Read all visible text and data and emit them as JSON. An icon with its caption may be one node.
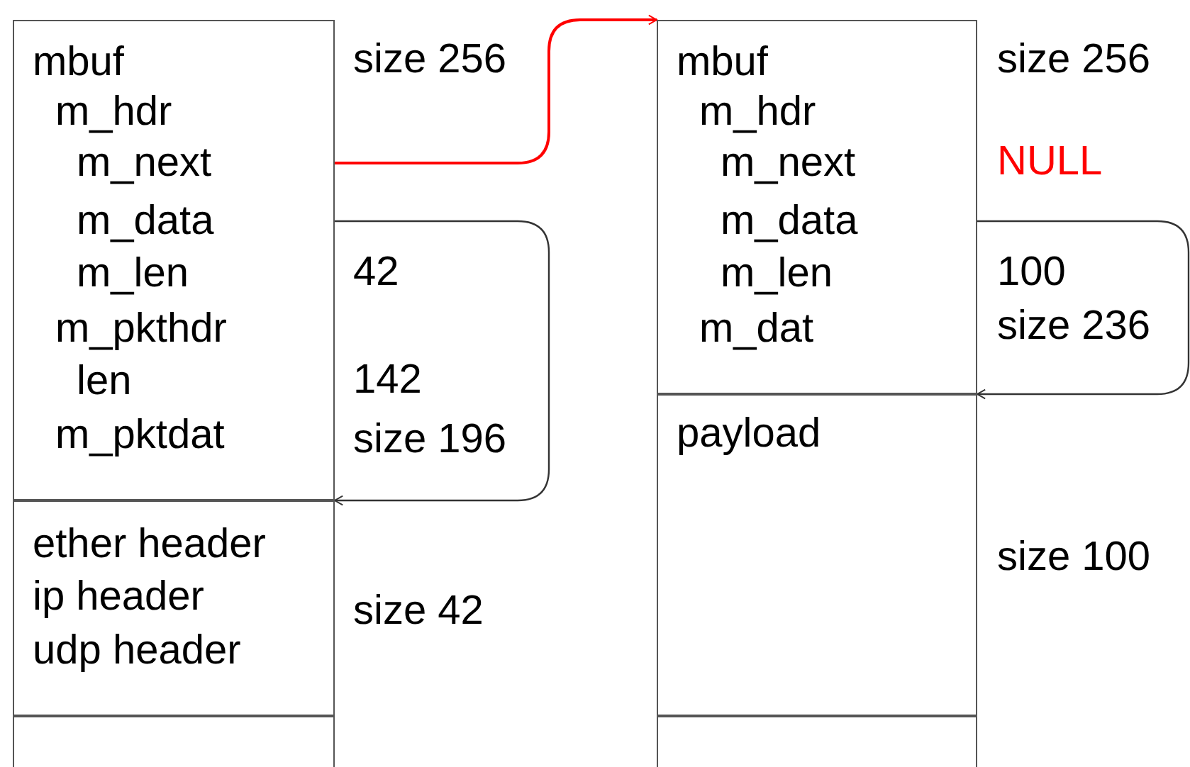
{
  "diagram": {
    "nodes": [
      {
        "text": [
          "mbuf"
        ]
      },
      {
        "text": [
          "m_hdr"
        ],
        "in": 0
      },
      {
        "text": [
          "m_next"
        ],
        "in": 0
      },
      {
        "text": [
          "m_data"
        ],
        "in": 0
      },
      {
        "text": [
          "m_len"
        ],
        "in": 0
      },
      {
        "text": [
          "m_pkthdr"
        ],
        "in": 0
      },
      {
        "text": [
          "len"
        ],
        "in": 0
      },
      {
        "text": [
          "m_pktdat"
        ],
        "in": 0
      },
      {
        "text": [
          "ether header",
          "ip header",
          "udp header"
        ],
        "beside": [
          "size 42"
        ]
      },
      {
        "text": [],
        "shape": "box"
      },
      {
        "text": [
          "mbuf"
        ]
      },
      {
        "text": [
          "m_hdr"
        ],
        "in": 10
      },
      {
        "text": [
          "m_next"
        ],
        "in": 10
      },
      {
        "text": [
          "m_data"
        ],
        "in": 10
      },
      {
        "text": [
          "m_len"
        ],
        "in": 10
      },
      {
        "text": [
          "m_dat"
        ],
        "in": 10
      },
      {
        "text": [
          "payload"
        ],
        "beside": [
          "size 100"
        ]
      },
      {
        "text": [],
        "shape": "box"
      }
    ],
    "edges": [
      {
        "from": 2,
        "to": 10,
        "arrow": "to",
        "color": "#ff0000"
      },
      {
        "from": 3,
        "to": 8,
        "arrow": "to"
      },
      {
        "from": 13,
        "to": 16,
        "arrow": "to"
      }
    ],
    "labels": [
      "size 256",
      "42",
      "142",
      "size 196",
      "size 256",
      "NULL",
      "100",
      "size 236"
    ]
  }
}
